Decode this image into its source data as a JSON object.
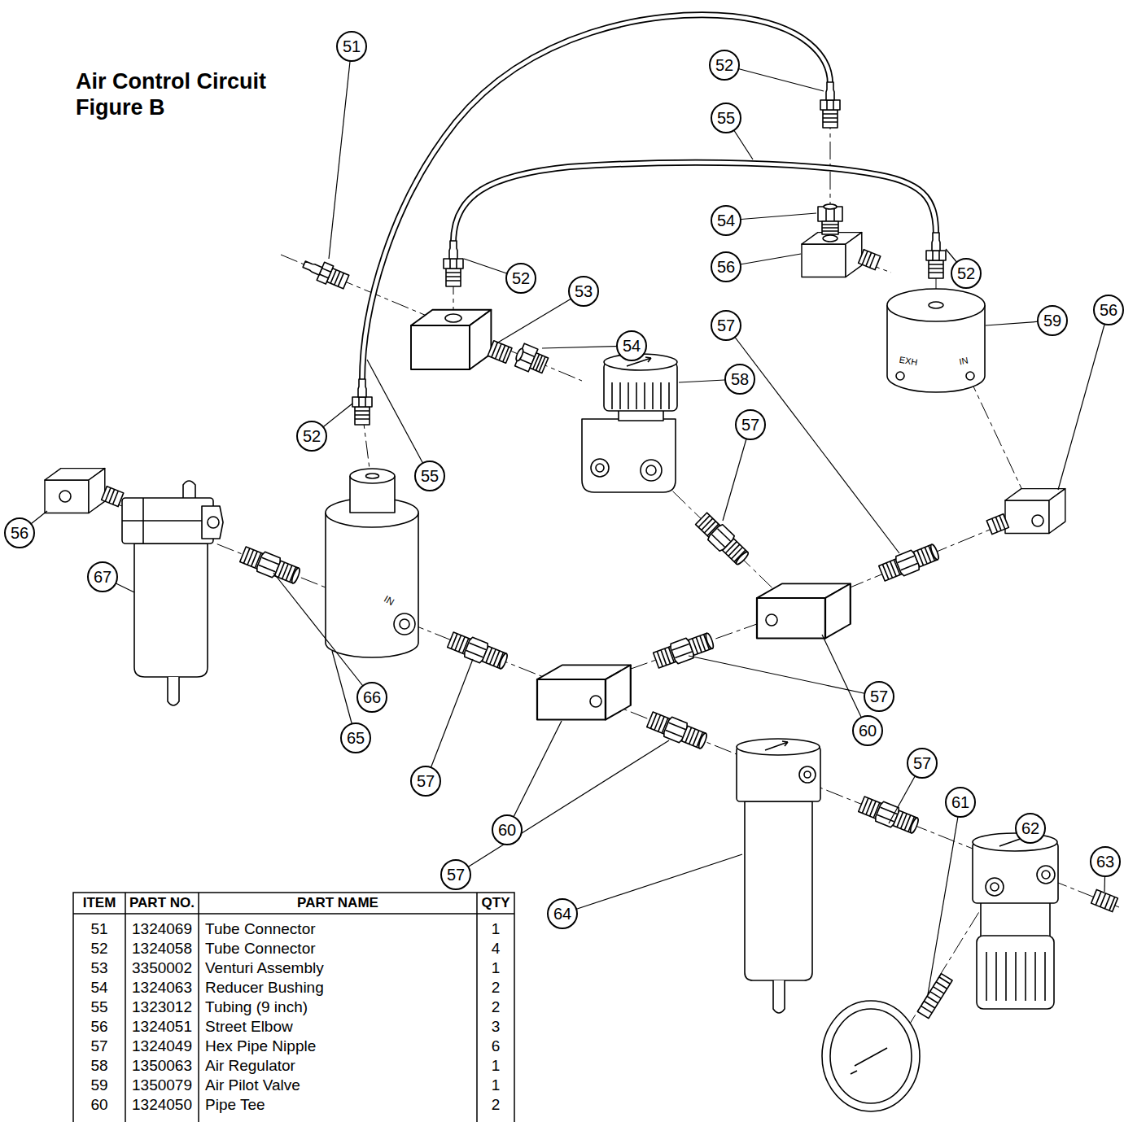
{
  "diagram": {
    "title": "Air Control Circuit Figure B",
    "labels": [
      "52",
      "55",
      "51",
      "54",
      "56",
      "52",
      "59",
      "56",
      "57",
      "53",
      "52",
      "54",
      "58",
      "57",
      "52",
      "55",
      "56",
      "67",
      "66",
      "65",
      "57",
      "60",
      "57",
      "60",
      "57",
      "61",
      "62",
      "63",
      "57",
      "64",
      "IN",
      "EXH",
      "IN",
      "ITEM",
      "PART NO.",
      "PART NAME",
      "QTY",
      "51",
      "1324069",
      "Tube Connector",
      "1",
      "52",
      "1324058",
      "Tube Connector",
      "4",
      "53",
      "3350002",
      "Venturi Assembly",
      "1",
      "54",
      "1324063",
      "Reducer Bushing",
      "2",
      "55",
      "1323012",
      "Tubing (9 inch)",
      "2",
      "56",
      "1324051",
      "Street Elbow",
      "3",
      "57",
      "1324049",
      "Hex Pipe Nipple",
      "6",
      "58",
      "1350063",
      "Air Regulator",
      "1",
      "59",
      "1350079",
      "Air Pilot Valve",
      "1",
      "60",
      "1324050",
      "Pipe Tee",
      "2"
    ]
  }
}
